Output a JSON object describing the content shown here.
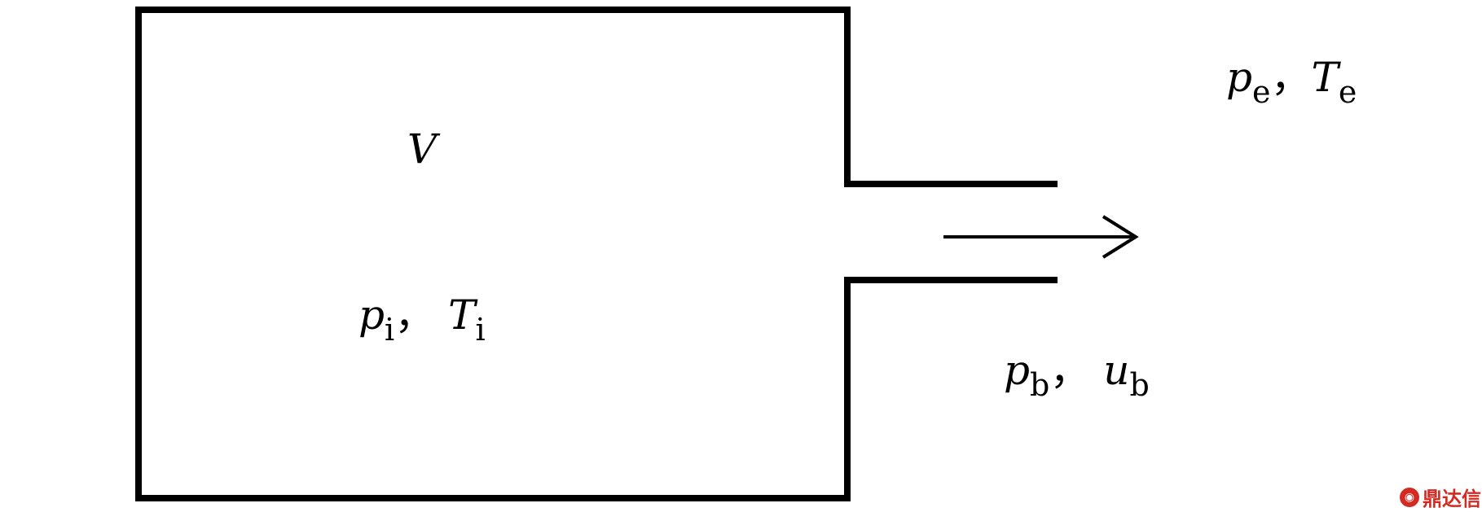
{
  "labels": {
    "volume": {
      "var": "V"
    },
    "interior": {
      "p": "p",
      "p_sub": "i",
      "sep": "，",
      "t": "T",
      "t_sub": "i"
    },
    "exit": {
      "p": "p",
      "p_sub": "e",
      "sep": "，",
      "t": "T",
      "t_sub": "e"
    },
    "nozzle": {
      "p": "p",
      "p_sub": "b",
      "sep": "，",
      "u": "u",
      "u_sub": "b"
    }
  },
  "watermark": {
    "text": "鼎达信"
  },
  "colors": {
    "stroke": "#000000",
    "watermark": "#d42a22"
  }
}
